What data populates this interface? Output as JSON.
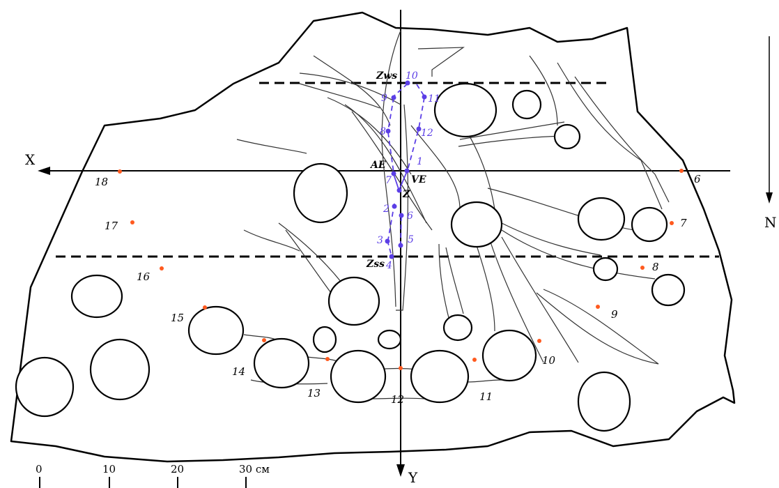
{
  "axes": {
    "x_label": "X",
    "y_label": "Y",
    "north_label": "N"
  },
  "scale": {
    "labels": [
      "0",
      "10",
      "20",
      "30 см"
    ]
  },
  "center_points": {
    "zws": "Zws",
    "ae": "AE",
    "ve": "VE",
    "z": "Z",
    "zss": "Zss",
    "numbers": [
      "1",
      "2",
      "3",
      "4",
      "5",
      "6",
      "7",
      "8",
      "9",
      "10",
      "11",
      "12"
    ]
  },
  "perimeter_points": {
    "numbers": [
      "6",
      "7",
      "8",
      "9",
      "10",
      "11",
      "12",
      "13",
      "14",
      "15",
      "16",
      "17",
      "18"
    ]
  },
  "colors": {
    "outline": "#000000",
    "center_points": "#5b3ee6",
    "perimeter_points": "#ff5a1f"
  }
}
